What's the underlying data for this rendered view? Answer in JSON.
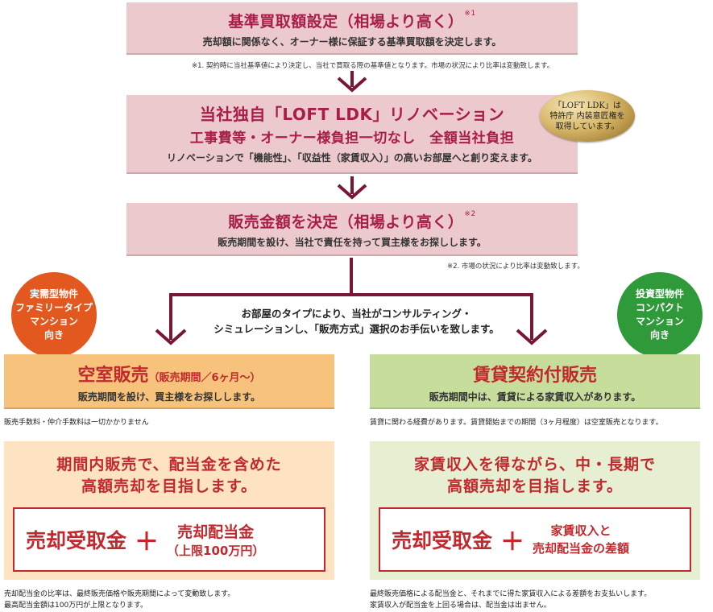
{
  "step1": {
    "title": "基準買取額設定（相場より高く）",
    "mark": "※1",
    "desc": "売却額に関係なく、オーナー様に保証する基準買取額を決定します。",
    "note": "※1. 契約時に当社基準値により決定し、当社で買取る際の基準値となります。市場の状況により比率は変動致します。"
  },
  "step2": {
    "title": "当社独自「LOFT LDK」リノベーション",
    "subtitle": "工事費等・オーナー様負担一切なし　全額当社負担",
    "desc": "リノベーションで「機能性」、「収益性（家賃収入）」の高いお部屋へと創り変えます。",
    "badge": [
      "「LOFT LDK」は",
      "特許庁 内装意匠権を",
      "取得しています。"
    ]
  },
  "step3": {
    "title": "販売金額を決定（相場より高く）",
    "mark": "※2",
    "desc": "販売期間を設け、当社で責任を持って買主様をお探しします。",
    "note": "※2. 市場の状況により比率は変動致します。"
  },
  "consult": {
    "line1": "お部屋のタイプにより、当社がコンサルティング・",
    "line2": "シミュレーションし、「販売方式」選択のお手伝いを致します。"
  },
  "left_circle": [
    "実需型物件",
    "ファミリータイプ",
    "マンション",
    "向き"
  ],
  "right_circle": [
    "投資型物件",
    "コンパクト",
    "マンション",
    "向き"
  ],
  "vacant": {
    "title": "空室販売",
    "period": "（販売期間／6ヶ月〜）",
    "desc": "販売期間を設け、買主様をお探しします。",
    "note": "販売手数料・仲介手数料は一切かかりません"
  },
  "leased": {
    "title": "賃貸契約付販売",
    "desc": "販売期間中は、賃貸による家賃収入があります。",
    "note": "賃貸に関わる経費があります。賃貸開始までの期間（3ヶ月程度）は空室販売となります。"
  },
  "left_panel": {
    "headline1": "期間内販売で、配当金を含めた",
    "headline2": "高額売却を目指します。",
    "formula_main": "売却受取金",
    "plus": "＋",
    "side1": "売却配当金",
    "side2": "（上限100万円）",
    "foot1": "売却配当金の比率は、最終販売価格や販売期間によって変動致します。",
    "foot2": "最高配当金額は100万円が上限となります。"
  },
  "right_panel": {
    "headline1": "家賃収入を得ながら、中・長期で",
    "headline2": "高額売却を目指します。",
    "formula_main": "売却受取金",
    "plus": "＋",
    "side1": "家賃収入と",
    "side2": "売却配当金の差額",
    "foot1": "最終販売価格による配当金と、それまでに得た家賃収入による差額をお支払いします。",
    "foot2": "家賃収入が配当金を上回る場合は、配当金は出ません。"
  },
  "colors": {
    "pink_box": "#ecc9cc",
    "crimson": "#a81d4a",
    "red_text": "#c2292e",
    "orange_box": "#f6c27c",
    "green_box": "#c6dd9c",
    "orange_circle": "#e2581f",
    "green_circle": "#2e9a3a"
  }
}
